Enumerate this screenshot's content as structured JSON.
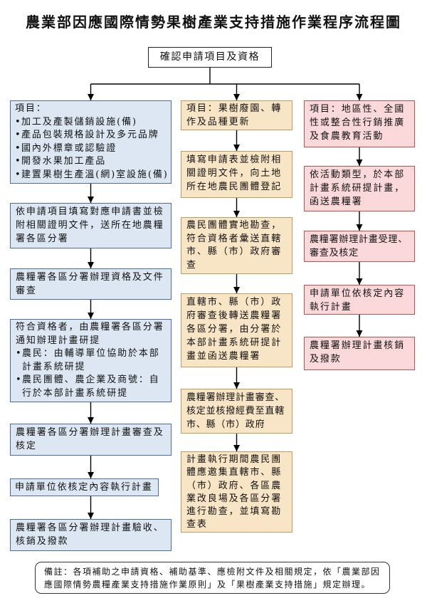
{
  "title": "農業部因應國際情勢果樹產業支持措施作業程序流程圖",
  "start_step": "確認申請項目及資格",
  "colors": {
    "left_fill": "#dde7f3",
    "left_border": "#4a6f9c",
    "middle_fill": "#f8e5c5",
    "middle_border": "#bf9b5f",
    "right_fill": "#fbd9db",
    "right_border": "#c0504d"
  },
  "left_track": [
    {
      "heading": "項目：",
      "bullets": [
        "加工及產製儲銷設施(備)",
        "產品包裝規格設計及多元品牌",
        "國內外標章或認驗證",
        "開發水果加工產品",
        "建置果樹生產溫(網)室設施(備)"
      ]
    },
    {
      "text": "依申請項目填寫對應申請書並檢附相關證明文件，送所在地農糧署各區分署"
    },
    {
      "text": "農糧署各區分署辦理資格及文件審查"
    },
    {
      "text": "符合資格者，由農糧署各區分署通知辦理計畫研提",
      "bullets": [
        "農民：由輔導單位協助於本部計畫系統研提",
        "農民團體、農企業及商號：自行於本部計畫系統研提"
      ]
    },
    {
      "text": "農糧署各區分署辦理計畫審查及核定"
    },
    {
      "text": "申請單位依核定內容執行計畫"
    },
    {
      "text": "農糧署各區分署辦理計畫驗收、核銷及撥款"
    }
  ],
  "middle_track": [
    {
      "text": "項目：果樹廢園、轉作及品種更新"
    },
    {
      "text": "填寫申請表並檢附相關證明文件，向土地所在地農民團體登記"
    },
    {
      "text": "農民團體實地勘查，符合資格者彙送直轄市、縣（市）政府審查"
    },
    {
      "text": "直轄市、縣（市）政府審查後轉送農糧署各區分署，由分署於本部計畫系統研提計畫並函送農糧署"
    },
    {
      "text": "農糧署辦理計畫審查、核定並核撥經費至直轄市、縣（市）政府"
    },
    {
      "text": "計畫執行期間農民團體應邀集直轄市、縣（市）政府、各區農業改良場及各區分署進行勘查，並填寫勘查表"
    }
  ],
  "right_track": [
    {
      "text": "項目：地區性、全國性或整合性行銷推廣及食農教育活動"
    },
    {
      "text": "依活動類型，於本部計畫系統研提計畫，函送農糧署"
    },
    {
      "text": "農糧署辦理計畫受理、審查及核定"
    },
    {
      "text": "申請單位依核定內容執行計畫"
    },
    {
      "text": "農糧署辦理計畫核銷及撥款"
    }
  ],
  "footnote": "備註：各項補助之申請資格、補助基準、應檢附文件及相關規定，依「農業部因應國際情勢農糧產業支持措施作業原則」及「果樹產業支持措施」規定辦理。"
}
